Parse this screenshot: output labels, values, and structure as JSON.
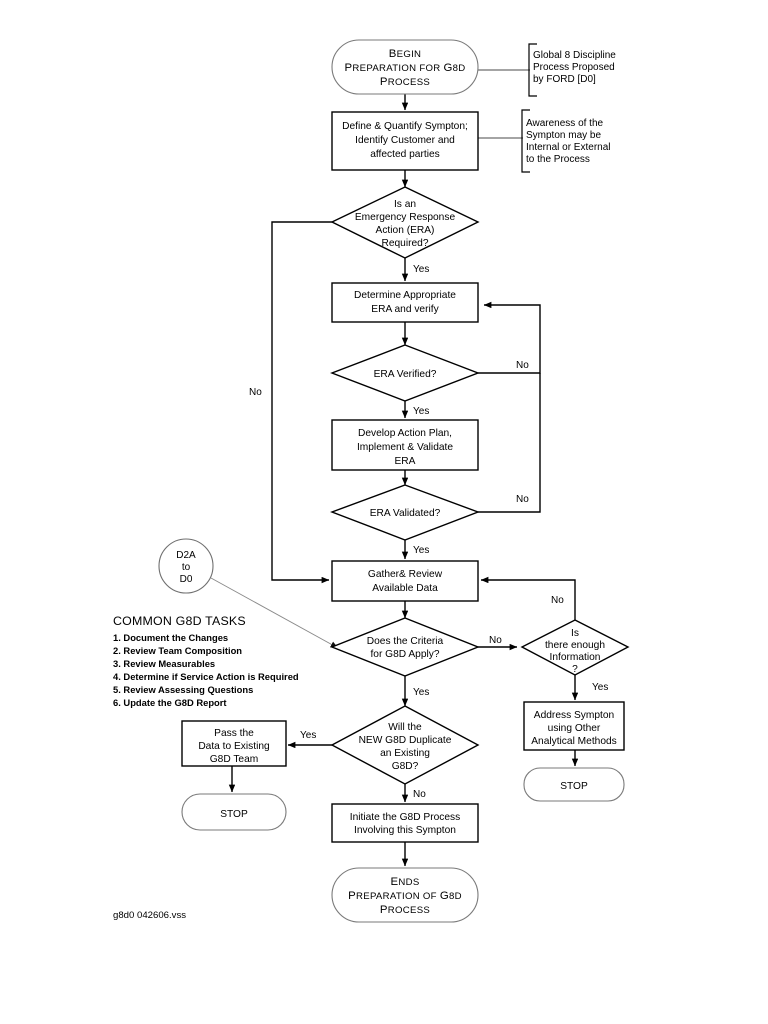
{
  "page": {
    "title": "G8D Preparation Process Flowchart",
    "footer_label": "g8d0 042606.vss",
    "background_color": "#ffffff",
    "line_color": "#000000"
  },
  "nodes": {
    "begin": {
      "type": "terminator",
      "lines": [
        "BEGIN",
        "PREPARATION FOR G8D",
        "PROCESS"
      ]
    },
    "define_symptom": {
      "type": "process",
      "lines": [
        "Define & Quantify Sympton;",
        "Identify Customer and",
        "affected parties"
      ]
    },
    "era_required": {
      "type": "decision",
      "lines": [
        "Is an",
        "Emergency Response",
        "Action (ERA)",
        "Required?"
      ]
    },
    "determine_era": {
      "type": "process",
      "lines": [
        "Determine Appropriate",
        "ERA and verify"
      ]
    },
    "era_verified": {
      "type": "decision",
      "lines": [
        "ERA Verified?"
      ]
    },
    "develop_action_plan": {
      "type": "process",
      "lines": [
        "Develop Action Plan,",
        "Implement & Validate",
        "ERA"
      ]
    },
    "era_validated": {
      "type": "decision",
      "lines": [
        "ERA Validated?"
      ]
    },
    "gather_review": {
      "type": "process",
      "lines": [
        "Gather& Review",
        "Available Data"
      ]
    },
    "criteria_apply": {
      "type": "decision",
      "lines": [
        "Does the Criteria",
        "for G8D Apply?"
      ]
    },
    "enough_information": {
      "type": "decision",
      "lines": [
        "Is",
        "there enough",
        "Information",
        "?"
      ]
    },
    "address_symptom": {
      "type": "process",
      "lines": [
        "Address Sympton",
        "using Other",
        "Analytical Methods"
      ]
    },
    "stop_right": {
      "type": "terminator",
      "lines": [
        "STOP"
      ]
    },
    "duplicate_g8d": {
      "type": "decision",
      "lines": [
        "Will the",
        "NEW G8D Duplicate",
        "an Existing",
        "G8D?"
      ]
    },
    "pass_data": {
      "type": "process",
      "lines": [
        "Pass the",
        "Data to Existing",
        "G8D Team"
      ]
    },
    "stop_left": {
      "type": "terminator",
      "lines": [
        "STOP"
      ]
    },
    "initiate_g8d": {
      "type": "process",
      "lines": [
        "Initiate the G8D Process",
        "Involving this Sympton"
      ]
    },
    "ends": {
      "type": "terminator",
      "lines": [
        "ENDS",
        "PREPARATION OF G8D",
        "PROCESS"
      ]
    },
    "offpage_connector": {
      "type": "connector",
      "lines": [
        "D2A",
        "to",
        "D0"
      ]
    }
  },
  "edge_labels": {
    "era_required_yes": "Yes",
    "era_required_no": "No",
    "era_verified_no": "No",
    "era_verified_yes": "Yes",
    "era_validated_no": "No",
    "era_validated_yes": "Yes",
    "criteria_no": "No",
    "criteria_yes": "Yes",
    "info_no": "No",
    "info_yes": "Yes",
    "duplicate_yes": "Yes",
    "duplicate_no": "No"
  },
  "annotations": {
    "note_d0": {
      "lines": [
        "Global 8 Discipline",
        "Process Proposed",
        "by FORD [D0]"
      ]
    },
    "note_awareness": {
      "lines": [
        "Awareness of the",
        "Sympton may be",
        "Internal or External",
        "to the Process"
      ]
    }
  },
  "tasks": {
    "title": "COMMON G8D TASKS",
    "items": [
      "1. Document the Changes",
      "2. Review Team Composition",
      "3. Review Measurables",
      "4. Determine if Service Action is Required",
      "5. Review Assessing Questions",
      "6. Update the G8D Report"
    ]
  }
}
